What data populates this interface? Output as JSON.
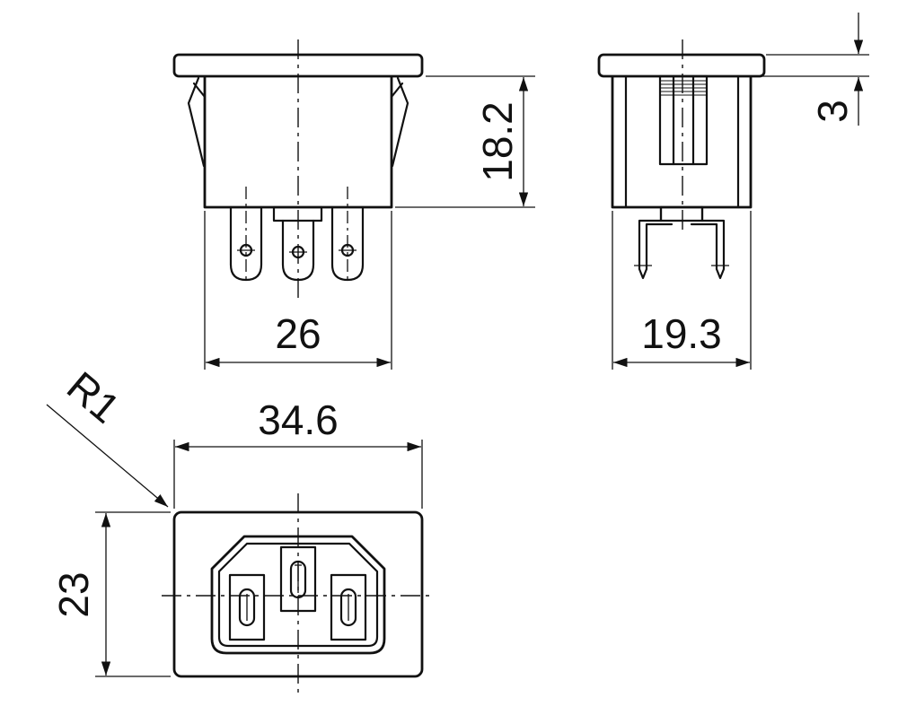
{
  "dimensions": {
    "front_width": "26",
    "front_height": "18.2",
    "side_depth": "19.3",
    "flange_thickness": "3",
    "bottom_width": "34.6",
    "bottom_height": "23",
    "corner_radius": "R1"
  },
  "colors": {
    "line": "#111111",
    "background": "#ffffff"
  }
}
